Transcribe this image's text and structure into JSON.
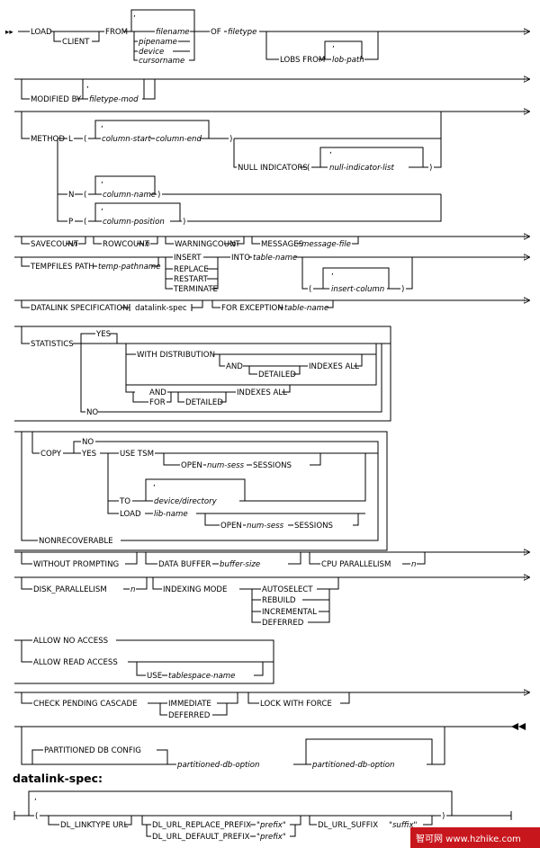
{
  "labels": {
    "load": "LOAD",
    "client": "CLIENT",
    "from": "FROM",
    "comma": ",",
    "filename": "filename",
    "pipename": "pipename",
    "device": "device",
    "cursorname": "cursorname",
    "of": "OF",
    "filetype": "filetype",
    "lobs_from": "LOBS FROM",
    "lob_path": "lob-path",
    "modified_by": "MODIFIED BY",
    "filetype_mod": "filetype-mod",
    "method": "METHOD",
    "l": "L",
    "open_paren": "(",
    "close_paren": ")",
    "column_start": "column-start",
    "column_end": "column-end",
    "null_indicators": "NULL INDICATORS",
    "null_indicator_list": "null-indicator-list",
    "n": "N",
    "column_name": "column-name",
    "p": "P",
    "column_position": "column-position",
    "savecount": "SAVECOUNT",
    "rowcount": "ROWCOUNT",
    "warningcount": "WARNINGCOUNT",
    "n_var": "n",
    "messages": "MESSAGES",
    "message_file": "message-file",
    "tempfiles_path": "TEMPFILES PATH",
    "temp_pathname": "temp-pathname",
    "insert": "INSERT",
    "replace": "REPLACE",
    "restart": "RESTART",
    "terminate": "TERMINATE",
    "into": "INTO",
    "table_name": "table-name",
    "insert_column": "insert-column",
    "datalink_specification": "DATALINK SPECIFICATION",
    "datalink_spec_ref": "datalink-spec",
    "for_exception": "FOR EXCEPTION",
    "statistics": "STATISTICS",
    "yes": "YES",
    "no": "NO",
    "with_distribution": "WITH DISTRIBUTION",
    "and": "AND",
    "for": "FOR",
    "detailed": "DETAILED",
    "indexes_all": "INDEXES ALL",
    "copy": "COPY",
    "use_tsm": "USE TSM",
    "open": "OPEN",
    "num_sess": "num-sess",
    "sessions": "SESSIONS",
    "to": "TO",
    "device_directory": "device/directory",
    "load_kw": "LOAD",
    "lib_name": "lib-name",
    "nonrecoverable": "NONRECOVERABLE",
    "without_prompting": "WITHOUT PROMPTING",
    "data_buffer": "DATA BUFFER",
    "buffer_size": "buffer-size",
    "cpu_parallelism": "CPU PARALLELISM",
    "disk_parallelism": "DISK_PARALLELISM",
    "indexing_mode": "INDEXING MODE",
    "autoselect": "AUTOSELECT",
    "rebuild": "REBUILD",
    "incremental": "INCREMENTAL",
    "deferred": "DEFERRED",
    "allow_no_access": "ALLOW NO ACCESS",
    "allow_read_access": "ALLOW READ ACCESS",
    "use": "USE",
    "tablespace_name": "tablespace-name",
    "check_pending_cascade": "CHECK PENDING CASCADE",
    "immediate": "IMMEDIATE",
    "lock_with_force": "LOCK WITH FORCE",
    "partitioned_db_config": "PARTITIONED DB CONFIG",
    "partitioned_db_option": "partitioned-db-option",
    "datalink_spec_heading": "datalink-spec:",
    "dl_linktype_url": "DL_LINKTYPE URL",
    "dl_url_replace_prefix": "DL_URL_REPLACE_PREFIX",
    "dl_url_default_prefix": "DL_URL_DEFAULT_PREFIX",
    "prefix": "\"prefix\"",
    "dl_url_suffix": "DL_URL_SUFFIX",
    "suffix": "\"suffix\""
  },
  "watermark": {
    "site": "智可网 www.hzhike.com"
  }
}
